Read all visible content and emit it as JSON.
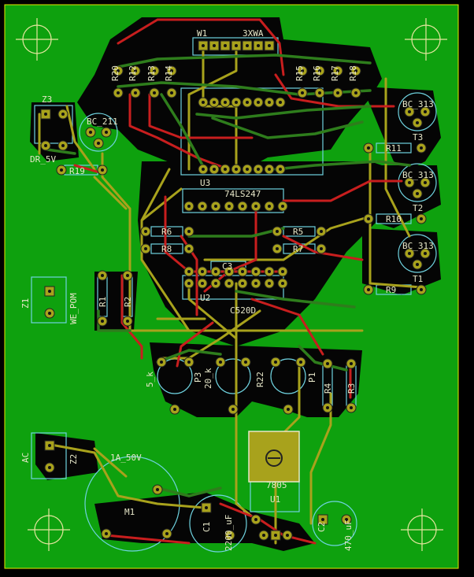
{
  "board": {
    "colors": {
      "copper_fill": "#0ea10e",
      "background": "#000000",
      "trace_top": "#c81e1e",
      "trace_bottom": "#a8a21c",
      "trace_green": "#2e7d1c",
      "silkscreen": "#6fd3e0",
      "pad": "#a8a21c",
      "label": "#e6e6c8"
    }
  },
  "labels": {
    "w1": "W1",
    "xwa": "3XWA",
    "z3": "Z3",
    "dr": "DR_5V",
    "bc211": "BC_211",
    "r19": "R19",
    "r20": "R20",
    "r12": "R12",
    "r13": "R13",
    "r14": "R14",
    "r15": "R15",
    "r16": "R16",
    "r17": "R17",
    "r18": "R18",
    "bc313a": "BC_313",
    "t3": "T3",
    "r11": "R11",
    "bc313b": "BC_313",
    "t2": "T2",
    "r10": "R10",
    "bc313c": "BC_313",
    "t1": "T1",
    "u3": "U3",
    "ls247": "74LS247",
    "r6": "R6",
    "r8": "R8",
    "r5": "R5",
    "r7": "R7",
    "c3": "C3",
    "u2": "U2",
    "cs": "C520D",
    "r9": "R9",
    "z1": "Z1",
    "wepom": "WE_POM",
    "r1": "R1",
    "r2": "R2",
    "fivek": "5_k",
    "p3": "P3",
    "twentyk": "20_k",
    "r22": "R22",
    "p1": "P1",
    "r4": "R4",
    "r3": "R3",
    "ac": "AC",
    "z2": "Z2",
    "fuse": "1A_50V",
    "m1": "M1",
    "c1": "C1",
    "c1v": "2200_uF",
    "u1": "U1",
    "reg": "7805",
    "c2": "C2",
    "c2v": "470_uF"
  }
}
